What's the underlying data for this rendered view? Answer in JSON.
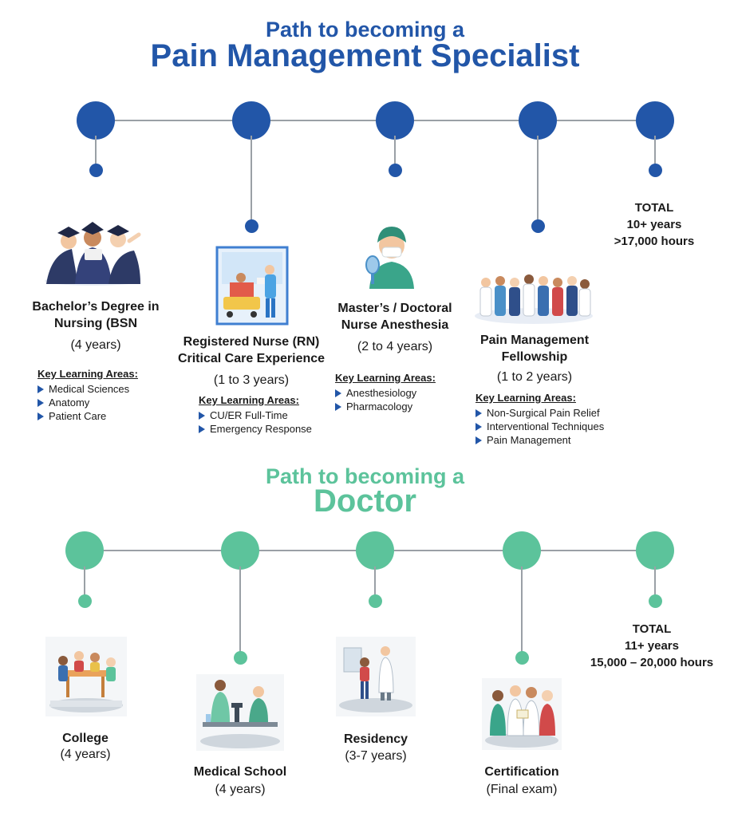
{
  "pain": {
    "title_line1": "Path to becoming a",
    "title_line2": "Pain Management Specialist",
    "color": "#2256a8",
    "stages": [
      {
        "title": "Bachelor’s Degree in Nursing (BSN",
        "duration": "(4 years)",
        "illustration": "graduates-illustration",
        "key_heading": "Key Learning Areas:",
        "items": [
          "Medical Sciences",
          "Anatomy",
          "Patient Care"
        ]
      },
      {
        "title": "Registered Nurse (RN) Critical Care Experience",
        "duration": "(1 to 3 years)",
        "illustration": "icu-nurse-illustration",
        "key_heading": "Key Learning Areas:",
        "items": [
          "CU/ER Full-Time",
          "Emergency Response"
        ]
      },
      {
        "title": "Master’s / Doctoral Nurse Anesthesia",
        "duration": "(2 to 4 years)",
        "illustration": "anesthetist-illustration",
        "key_heading": "Key Learning Areas:",
        "items": [
          "Anesthesiology",
          "Pharmacology"
        ]
      },
      {
        "title": "Pain Management Fellowship",
        "duration": "(1 to 2 years)",
        "illustration": "medical-team-illustration",
        "key_heading": "Key Learning Areas:",
        "items": [
          "Non-Surgical Pain Relief",
          "Interventional Techniques",
          "Pain Management"
        ]
      }
    ],
    "total": {
      "label": "TOTAL",
      "years": "10+ years",
      "hours": ">17,000 hours"
    }
  },
  "doctor": {
    "title_line1": "Path to becoming a",
    "title_line2": "Doctor",
    "color": "#5cc39b",
    "stages": [
      {
        "title": "College",
        "duration": "(4 years)",
        "illustration": "students-studying-illustration"
      },
      {
        "title": "Medical School",
        "duration": "(4 years)",
        "illustration": "lab-research-illustration"
      },
      {
        "title": "Residency",
        "duration": "(3-7 years)",
        "illustration": "doctor-patient-illustration"
      },
      {
        "title": "Certification",
        "duration": "(Final exam)",
        "illustration": "certified-doctors-illustration"
      }
    ],
    "total": {
      "label": "TOTAL",
      "years": "11+ years",
      "hours": "15,000 – 20,000 hours"
    }
  }
}
